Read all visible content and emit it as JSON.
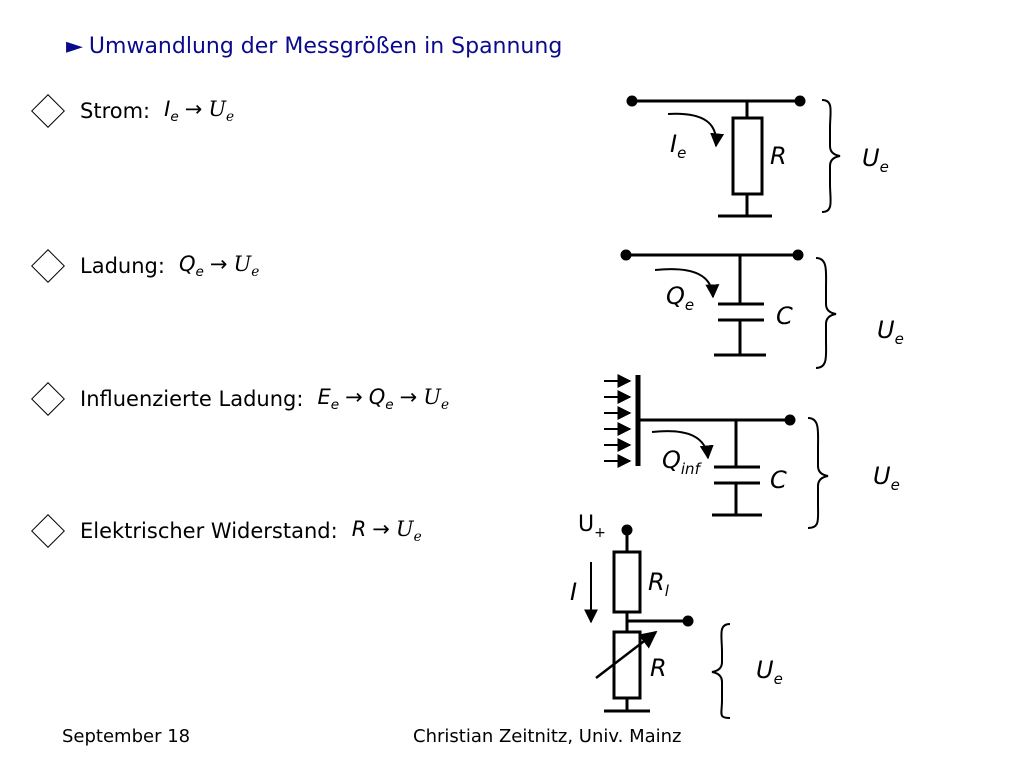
{
  "title": {
    "marker": "►",
    "text": "Umwandlung der Messgrößen in Spannung"
  },
  "bullets": [
    {
      "label": "Strom:",
      "from": "I",
      "from_sub": "e",
      "to": "U",
      "to_sub": "e"
    },
    {
      "label": "Ladung:",
      "from": "Q",
      "from_sub": "e",
      "to": "U",
      "to_sub": "e"
    },
    {
      "label": "Influenzierte Ladung:",
      "from": "E",
      "from_sub": "e",
      "mid": "Q",
      "mid_sub": "e",
      "to": "U",
      "to_sub": "e"
    },
    {
      "label": "Elektrischer Widerstand:",
      "from": "R",
      "to": "U",
      "to_sub": "e"
    }
  ],
  "arrow": "→",
  "diagrams": {
    "current": {
      "current": "I",
      "current_sub": "e",
      "resistor": "R",
      "voltage": "U",
      "voltage_sub": "e"
    },
    "charge": {
      "charge": "Q",
      "charge_sub": "e",
      "capacitor": "C",
      "voltage": "U",
      "voltage_sub": "e"
    },
    "induced": {
      "charge": "Q",
      "charge_sub": "inf",
      "capacitor": "C",
      "voltage": "U",
      "voltage_sub": "e"
    },
    "resistance": {
      "supply": "U",
      "supply_sub": "+",
      "current": "I",
      "load": "R",
      "load_sub": "l",
      "resistor": "R",
      "voltage": "U",
      "voltage_sub": "e"
    }
  },
  "footer": {
    "left": "September 18",
    "right": "Christian Zeitnitz, Univ. Mainz"
  }
}
